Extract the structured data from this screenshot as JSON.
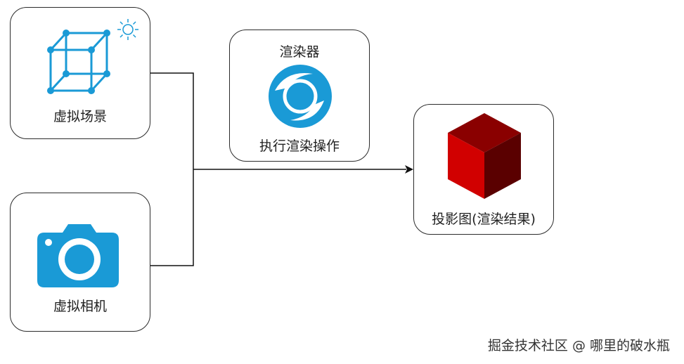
{
  "nodes": {
    "scene": {
      "label": "虚拟场景",
      "icon": "wireframe-cube-icon",
      "accent": "#1a9ad6"
    },
    "camera": {
      "label": "虚拟相机",
      "icon": "camera-icon",
      "accent": "#1a9ad6"
    },
    "renderer": {
      "title": "渲染器",
      "label": "执行渲染操作",
      "icon": "renderer-swirl-icon",
      "accent": "#1a9ad6"
    },
    "result": {
      "label": "投影图(渲染结果)",
      "icon": "red-cube-icon",
      "accent": "#c00000"
    }
  },
  "watermark": "掘金技术社区 @ 哪里的破水瓶"
}
